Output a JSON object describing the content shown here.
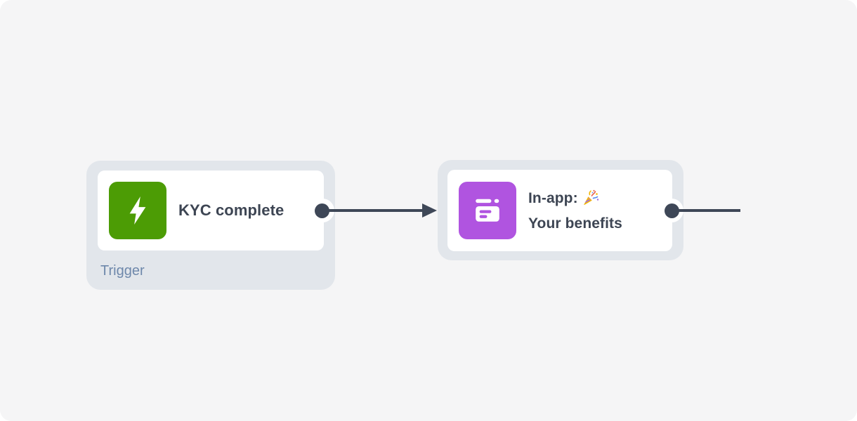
{
  "canvas": {
    "background_color": "#F5F5F6",
    "connector_color": "#3E4757"
  },
  "workflow": {
    "nodes": [
      {
        "id": "trigger",
        "title": "KYC complete",
        "badge": "Trigger",
        "icon": "lightning-bolt-icon",
        "icon_color": "#4C9C05",
        "title_color": "#3D4553",
        "badge_color": "#6E88AB"
      },
      {
        "id": "in-app-message",
        "title_line1": "In-app:",
        "title_emoji": "🎉",
        "title_line2": "Your benefits",
        "icon": "in-app-message-icon",
        "icon_color": "#B054E0",
        "title_color": "#3D4553"
      }
    ]
  }
}
